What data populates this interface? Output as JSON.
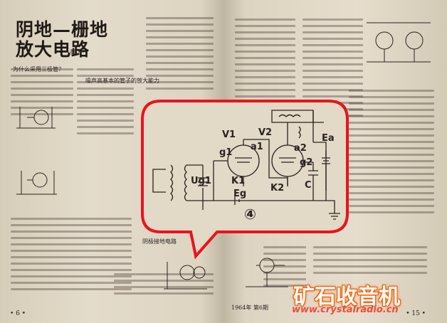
{
  "article": {
    "title": "阴地—栅地放大电路",
    "author_mark": "秦 平",
    "section_1": "为什么采用三极管？",
    "section_2": "噪声高基本的管子的放大能力",
    "section_3": "阴极接地电路",
    "page_left": "• 6 •",
    "page_right": "• 15 •",
    "footer_center": "1964年 第6期"
  },
  "diagram": {
    "figure_number": "④",
    "labels": {
      "v1": "V1",
      "v2": "V2",
      "g1": "g1",
      "g2": "g2",
      "a1": "a1",
      "a2": "a2",
      "k1": "K1",
      "k2": "K2",
      "ug1": "Ug1",
      "eg": "Eg",
      "ea": "Ea",
      "c": "C"
    }
  },
  "watermark": {
    "brand": "矿石收音机",
    "url": "www.crystalradio.cn"
  },
  "colors": {
    "paper": "#ddd4c2",
    "callout_border": "#e8141c",
    "ink": "#2a2420",
    "brand_glow": "#ff6a00"
  }
}
